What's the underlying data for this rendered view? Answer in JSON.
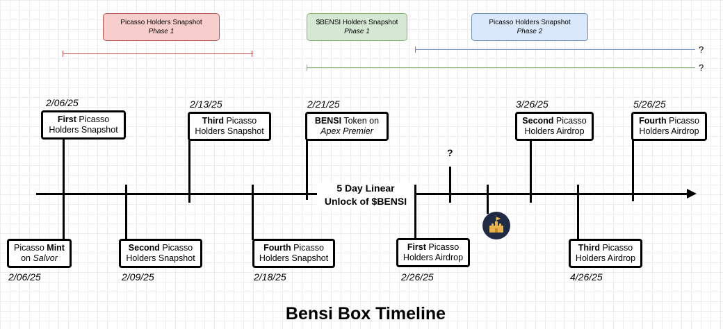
{
  "title": "Bensi Box Timeline",
  "phases": [
    {
      "title": "Picasso Holders Snapshot",
      "sub": "Phase 1",
      "color": "#f8cecc",
      "line_color": "#b85450"
    },
    {
      "title": "$BENSI Holders Snapshot",
      "sub": "Phase 1",
      "color": "#d5e8d4",
      "line_color": "#82b366"
    },
    {
      "title": "Picasso Holders Snapshot",
      "sub": "Phase 2",
      "color": "#dae8fc",
      "line_color": "#6c8ebf"
    }
  ],
  "open_end_marks": [
    "?",
    "?"
  ],
  "events_top": [
    {
      "date": "2/06/25",
      "bold": "First",
      "rest": " Picasso",
      "line2": "Holders Snapshot"
    },
    {
      "date": "2/13/25",
      "bold": "Third",
      "rest": " Picasso",
      "line2": "Holders Snapshot"
    },
    {
      "date": "2/21/25",
      "bold": "BENSI",
      "rest": " Token on",
      "line2": "Apex Premier"
    },
    {
      "date": "3/26/25",
      "bold": "Second",
      "rest": " Picasso",
      "line2": "Holders Airdrop"
    },
    {
      "date": "5/26/25",
      "bold": "Fourth",
      "rest": " Picasso",
      "line2": "Holders Airdrop"
    }
  ],
  "events_bottom": [
    {
      "date": "2/06/25",
      "pre": "Picasso ",
      "bold": "Mint",
      "line2_pre": "on ",
      "line2_it": "Salvor"
    },
    {
      "date": "2/09/25",
      "bold": "Second",
      "rest": " Picasso",
      "line2": "Holders Snapshot"
    },
    {
      "date": "2/18/25",
      "bold": "Fourth",
      "rest": " Picasso",
      "line2": "Holders Snapshot"
    },
    {
      "date": "2/26/25",
      "bold": "First",
      "rest": " Picasso",
      "line2": "Holders Airdrop"
    },
    {
      "date": "4/26/25",
      "bold": "Third",
      "rest": " Picasso",
      "line2": "Holders Airdrop"
    }
  ],
  "unlock_text": {
    "line1": "5 Day Linear",
    "line2": "Unlock of $BENSI"
  },
  "unknown_marker": "?",
  "icons": {
    "badge": "sandcastle-badge-icon"
  }
}
